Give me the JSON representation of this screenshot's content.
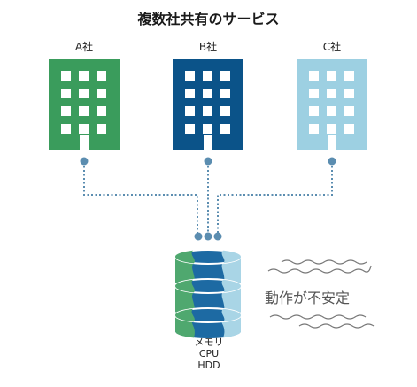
{
  "title": "複数社共有のサービス",
  "companies": [
    {
      "label": "A社",
      "color": "#3a9c5c"
    },
    {
      "label": "B社",
      "color": "#0b5389"
    },
    {
      "label": "C社",
      "color": "#9dd0e2"
    }
  ],
  "server": {
    "specs": [
      "メモリ",
      "CPU",
      "HDD"
    ],
    "colors": {
      "left": "#4fa86f",
      "center": "#1d6aa3",
      "right": "#a9d5e6"
    }
  },
  "status_text": "動作が不安定",
  "connector_color": "#5b8db0",
  "wave_color": "#777777"
}
